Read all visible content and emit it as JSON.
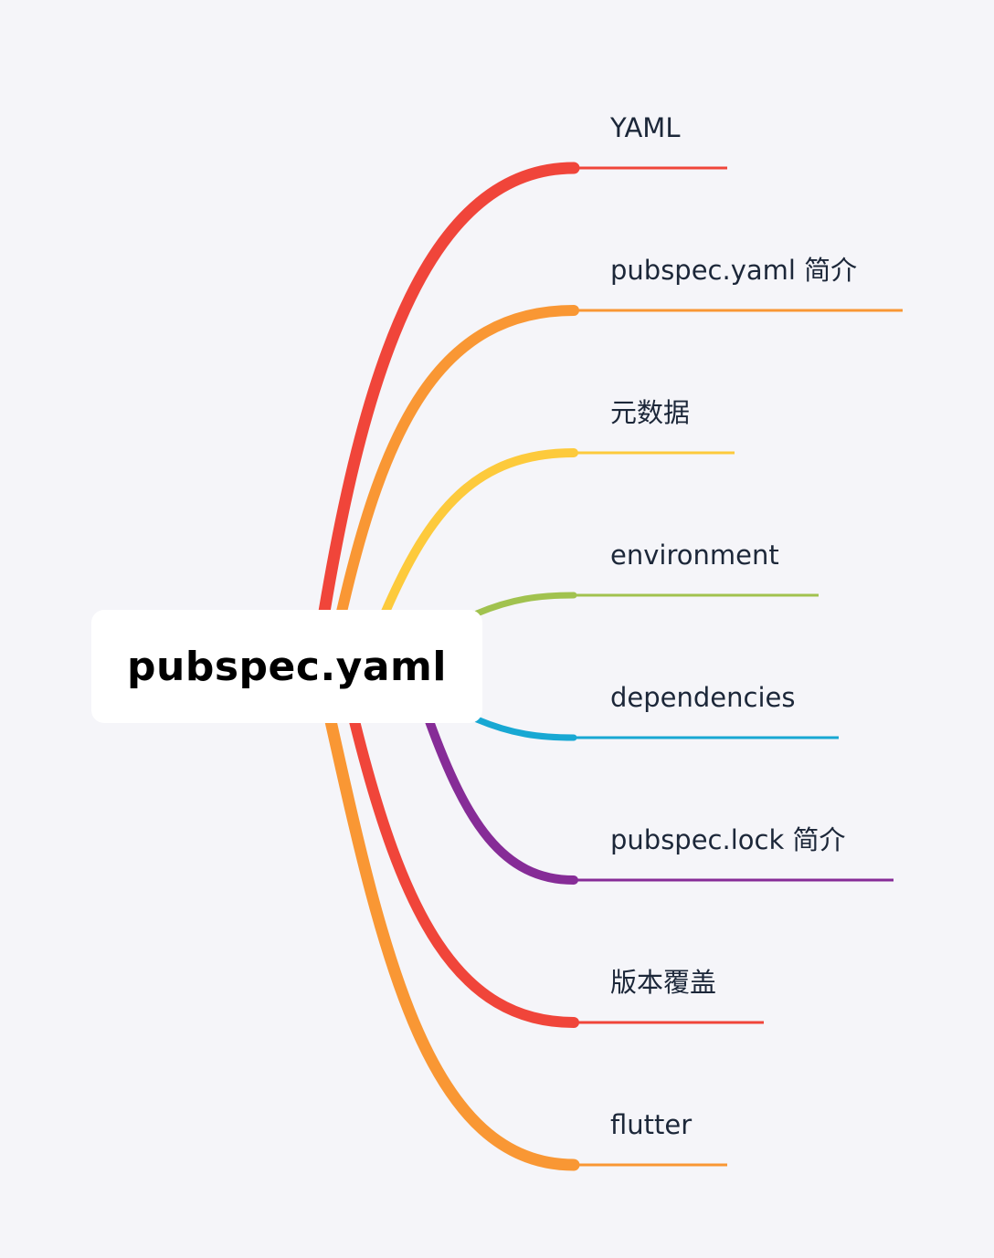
{
  "root": {
    "label": "pubspec.yaml"
  },
  "branches": [
    {
      "label": "YAML",
      "color": "#f0453a"
    },
    {
      "label": "pubspec.yaml 简介",
      "color": "#f99734"
    },
    {
      "label": "元数据",
      "color": "#fdca3c"
    },
    {
      "label": "environment",
      "color": "#a1c24f"
    },
    {
      "label": "dependencies",
      "color": "#18a8d3"
    },
    {
      "label": "pubspec.lock 简介",
      "color": "#862c97"
    },
    {
      "label": "版本覆盖",
      "color": "#f0453a"
    },
    {
      "label": "flutter",
      "color": "#f99734"
    }
  ]
}
